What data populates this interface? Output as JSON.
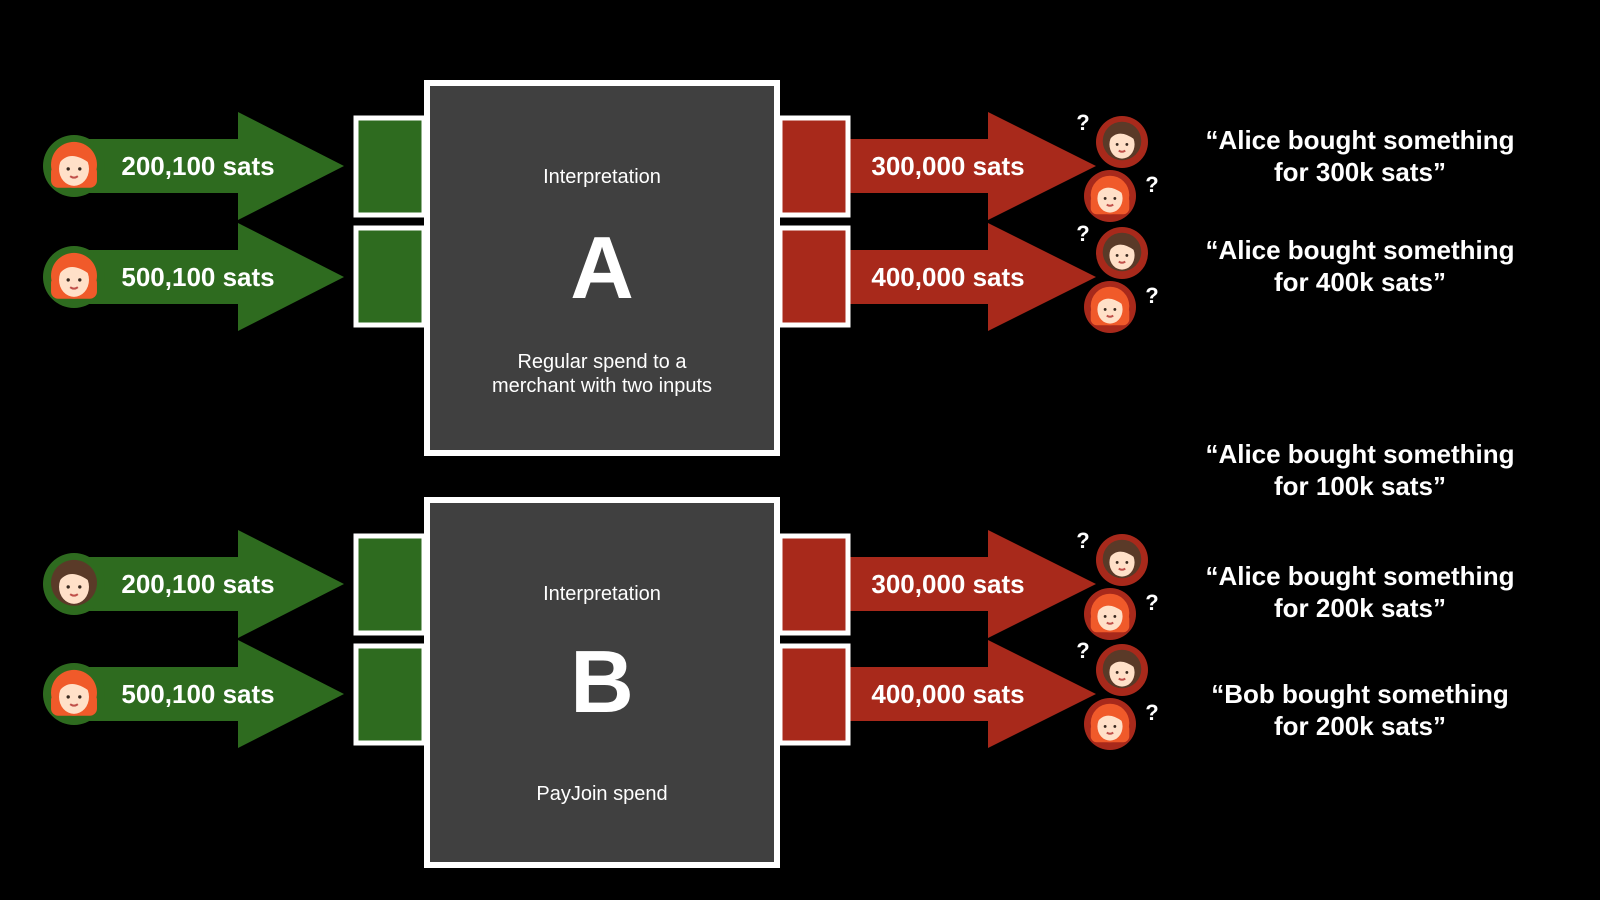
{
  "colors": {
    "background": "#000000",
    "input": "#2e6b1f",
    "output": "#a8291b",
    "box_fill": "#404040",
    "border": "#ffffff",
    "text": "#ffffff",
    "face_alice_hair": "#f05a2a",
    "face_bob_hair": "#5a3a28",
    "face_skin": "#ffe0c8"
  },
  "transactions": [
    {
      "id": "A",
      "caption": "Interpretation",
      "letter": "A",
      "description_lines": [
        "Regular spend to a",
        "merchant with two inputs"
      ],
      "inputs": [
        {
          "label": "200,100 sats",
          "owner": "alice"
        },
        {
          "label": "500,100 sats",
          "owner": "alice"
        }
      ],
      "outputs": [
        {
          "label": "300,000 sats",
          "candidates": [
            "bob",
            "alice"
          ]
        },
        {
          "label": "400,000 sats",
          "candidates": [
            "bob",
            "alice"
          ]
        }
      ]
    },
    {
      "id": "B",
      "caption": "Interpretation",
      "letter": "B",
      "description_lines": [
        "PayJoin spend"
      ],
      "inputs": [
        {
          "label": "200,100 sats",
          "owner": "bob"
        },
        {
          "label": "500,100 sats",
          "owner": "alice"
        }
      ],
      "outputs": [
        {
          "label": "300,000 sats",
          "candidates": [
            "bob",
            "alice"
          ]
        },
        {
          "label": "400,000 sats",
          "candidates": [
            "bob",
            "alice"
          ]
        }
      ]
    }
  ],
  "question_mark": "?",
  "quotes": [
    {
      "line1": "“Alice bought something",
      "line2": "for 300k sats”"
    },
    {
      "line1": "“Alice bought something",
      "line2": "for 400k sats”"
    },
    {
      "line1": "“Alice bought something",
      "line2": "for 100k sats”"
    },
    {
      "line1": "“Alice bought something",
      "line2": "for 200k sats”"
    },
    {
      "line1": "“Bob bought something",
      "line2": "for 200k sats”"
    }
  ]
}
